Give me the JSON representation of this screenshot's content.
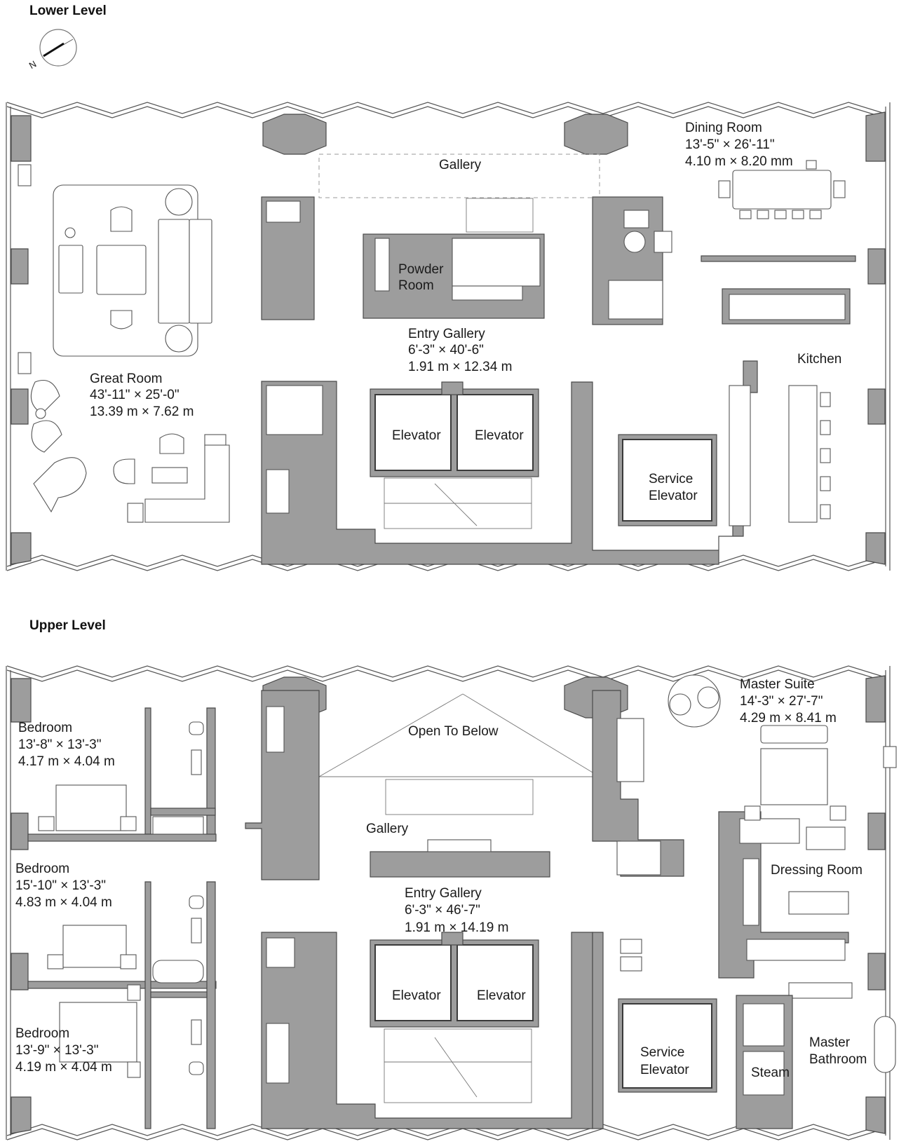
{
  "lower": {
    "title": "Lower Level",
    "compass_letter": "N",
    "rooms": {
      "gallery": "Gallery",
      "dining": [
        "Dining Room",
        "13'-5\" × 26'-11\"",
        "4.10 m × 8.20 mm"
      ],
      "powder": [
        "Powder",
        "Room"
      ],
      "entry": [
        "Entry Gallery",
        "6'-3\" × 40'-6\"",
        "1.91 m × 12.34 m"
      ],
      "kitchen": "Kitchen",
      "great": [
        "Great Room",
        "43'-11\" × 25'-0\"",
        "13.39 m × 7.62 m"
      ],
      "elevator1": "Elevator",
      "elevator2": "Elevator",
      "service": [
        "Service",
        "Elevator"
      ]
    }
  },
  "upper": {
    "title": "Upper Level",
    "rooms": {
      "bed1": [
        "Bedroom",
        "13'-8\" × 13'-3\"",
        "4.17 m × 4.04 m"
      ],
      "open": "Open To Below",
      "master": [
        "Master Suite",
        "14'-3\" × 27'-7\"",
        "4.29 m × 8.41 m"
      ],
      "gallery": "Gallery",
      "dressing": "Dressing Room",
      "bed2": [
        "Bedroom",
        "15'-10\" × 13'-3\"",
        "4.83 m × 4.04 m"
      ],
      "entry": [
        "Entry Gallery",
        "6'-3\" × 46'-7\"",
        "1.91 m × 14.19 m"
      ],
      "elevator1": "Elevator",
      "elevator2": "Elevator",
      "bed3": [
        "Bedroom",
        "13'-9\" × 13'-3\"",
        "4.19 m × 4.04 m"
      ],
      "service": [
        "Service",
        "Elevator"
      ],
      "steam": "Steam",
      "master_bath": [
        "Master",
        "Bathroom"
      ]
    }
  }
}
